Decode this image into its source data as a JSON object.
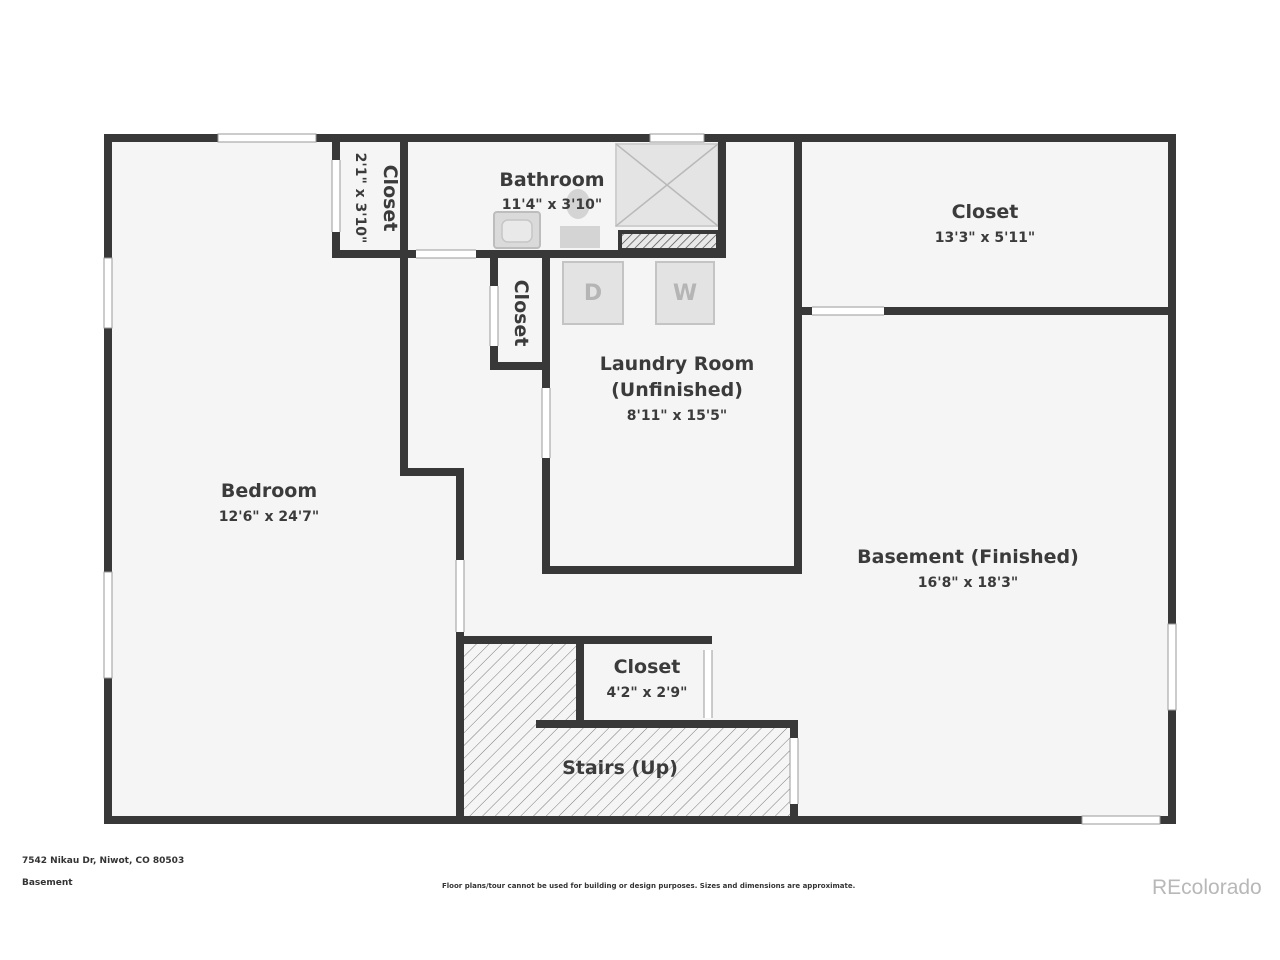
{
  "rooms": {
    "bedroom": {
      "name": "Bedroom",
      "dims": "12'6\" x 24'7\""
    },
    "closet_small": {
      "name": "Closet",
      "dims": "2'1\" x 3'10\""
    },
    "bathroom": {
      "name": "Bathroom",
      "dims": "11'4\" x 3'10\""
    },
    "closet_large": {
      "name": "Closet",
      "dims": "13'3\" x 5'11\""
    },
    "closet_laundry": {
      "name": "Closet"
    },
    "laundry": {
      "name_line1": "Laundry Room",
      "name_line2": "(Unfinished)",
      "dims": "8'11\" x 15'5\""
    },
    "basement": {
      "name": "Basement (Finished)",
      "dims": "16'8\" x 18'3\""
    },
    "closet_stairs": {
      "name": "Closet",
      "dims": "4'2\" x 2'9\""
    },
    "stairs": {
      "name": "Stairs (Up)"
    }
  },
  "appliances": {
    "dryer": "D",
    "washer": "W"
  },
  "footer": {
    "address": "7542 Nikau Dr, Niwot, CO 80503",
    "level": "Basement",
    "disclaimer": "Floor plans/tour cannot be used for building or design purposes. Sizes and dimensions are approximate.",
    "brand": "REcolorado"
  },
  "colors": {
    "wall": "#383838",
    "floor": "#f5f5f5",
    "fixture": "#d8d8d8",
    "text": "#3b3b3b"
  }
}
